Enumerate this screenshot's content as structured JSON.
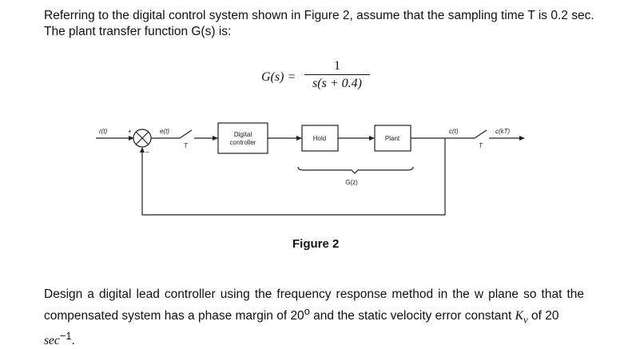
{
  "intro": {
    "line1": "Referring to the digital control system shown in Figure 2, assume that the sampling time T is 0.2 sec.",
    "line2": "The plant transfer function G(s) is:"
  },
  "transfer_function": {
    "lhs": "G(s) =",
    "numerator": "1",
    "denominator": "s(s + 0.4)"
  },
  "diagram": {
    "input_label": "r(t)",
    "plus_sign": "+",
    "minus_sign": "−",
    "error_label": "e(t)",
    "sampler_1_label": "T",
    "controller_label_line1": "Digital",
    "controller_label_line2": "controller",
    "hold_label": "Hold",
    "plant_label": "Plant",
    "gz_label": "G(z)",
    "output_label": "c(t)",
    "sampler_2_label": "T",
    "sampled_output_label": "c(kT)"
  },
  "figure_caption": "Figure 2",
  "task": {
    "text_before_pm": "Design a digital lead controller using the frequency response method in the w plane so that the compensated system has a phase margin of 20",
    "degree": "o",
    "text_middle": " and the static velocity error constant ",
    "kv_symbol": "K",
    "kv_subscript": "v",
    "text_after": " of 20",
    "unit_base": "sec",
    "unit_exponent": "−1",
    "terminal": "."
  }
}
